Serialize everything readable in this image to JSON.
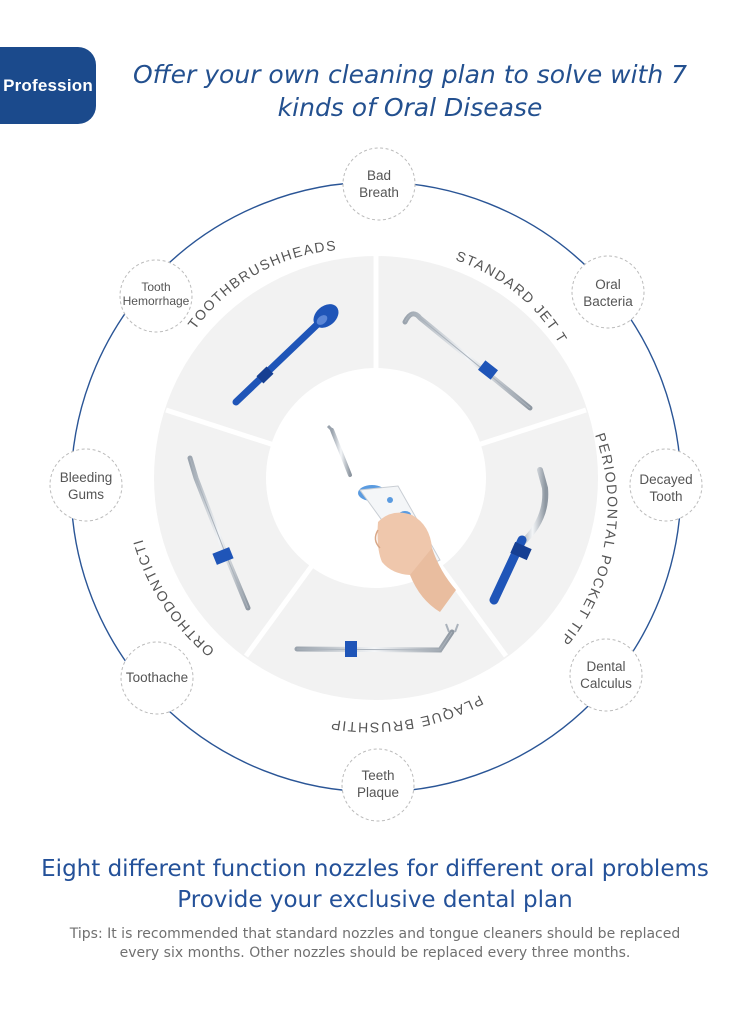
{
  "badge": {
    "label": "Profession"
  },
  "headline": {
    "line1": "Offer your own cleaning plan to solve with 7",
    "line2": "kinds of Oral Disease"
  },
  "diseases": [
    {
      "line1": "Bad",
      "line2": "Breath"
    },
    {
      "line1": "Oral",
      "line2": "Bacteria"
    },
    {
      "line1": "Decayed",
      "line2": "Tooth"
    },
    {
      "line1": "Dental",
      "line2": "Calculus"
    },
    {
      "line1": "Teeth",
      "line2": "Plaque"
    },
    {
      "line1": "Toothache",
      "line2": ""
    },
    {
      "line1": "Bleeding",
      "line2": "Gums"
    },
    {
      "line1": "Tooth",
      "line2": "Hemorrhage"
    }
  ],
  "nozzles": {
    "toothbrushheads": "TOOTHBRUSHHEADS",
    "standard_jet_tip": "STANDARD JET TIP",
    "periodontal_pocket_tip": "PERIODONTAL POCKET TIP",
    "plaque_brushtip": "PLAQUE BRUSHTIP",
    "orthodonticti": "ORTHODONTICTI"
  },
  "colors": {
    "brand_blue": "#1b4a8c",
    "nozzle_blue": "#1f55b8",
    "ring_line": "#2a5596"
  },
  "subheading": {
    "line1": "Eight different function nozzles for different oral problems",
    "line2": "Provide your exclusive dental plan"
  },
  "tips": {
    "line1": "Tips: It is recommended that standard nozzles and tongue cleaners should be replaced",
    "line2": "every six months. Other nozzles should be replaced every three months."
  }
}
